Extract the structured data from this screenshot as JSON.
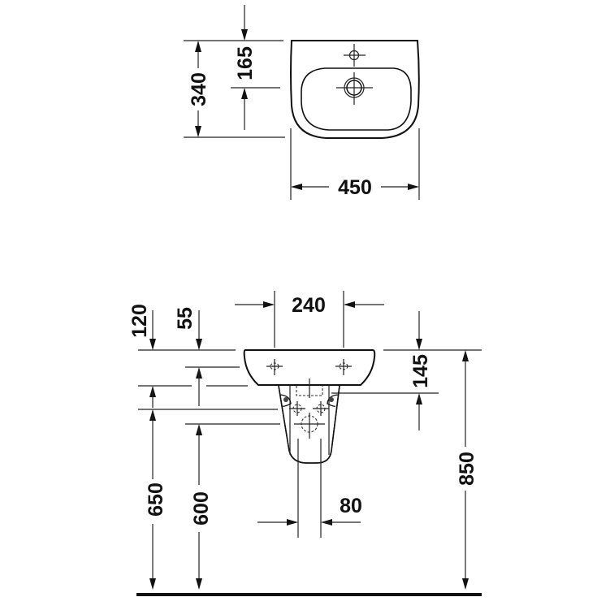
{
  "drawing": {
    "type": "technical dimension drawing",
    "subject": "wall-mounted washbasin with semi-pedestal",
    "units": "mm",
    "colors": {
      "line": "#222222",
      "background": "#ffffff"
    }
  },
  "top_view": {
    "dimensions": {
      "depth": "340",
      "tap_hole_to_wall": "165",
      "width": "450"
    }
  },
  "front_view": {
    "dimensions": {
      "fixing_holes_spacing": "240",
      "top_to_pedestal_fixing": "120",
      "top_to_fixing_holes": "55",
      "basin_height": "145",
      "rim_height": "850",
      "pedestal_fixing_height": "650",
      "waste_height": "600",
      "supply_width": "80"
    }
  }
}
